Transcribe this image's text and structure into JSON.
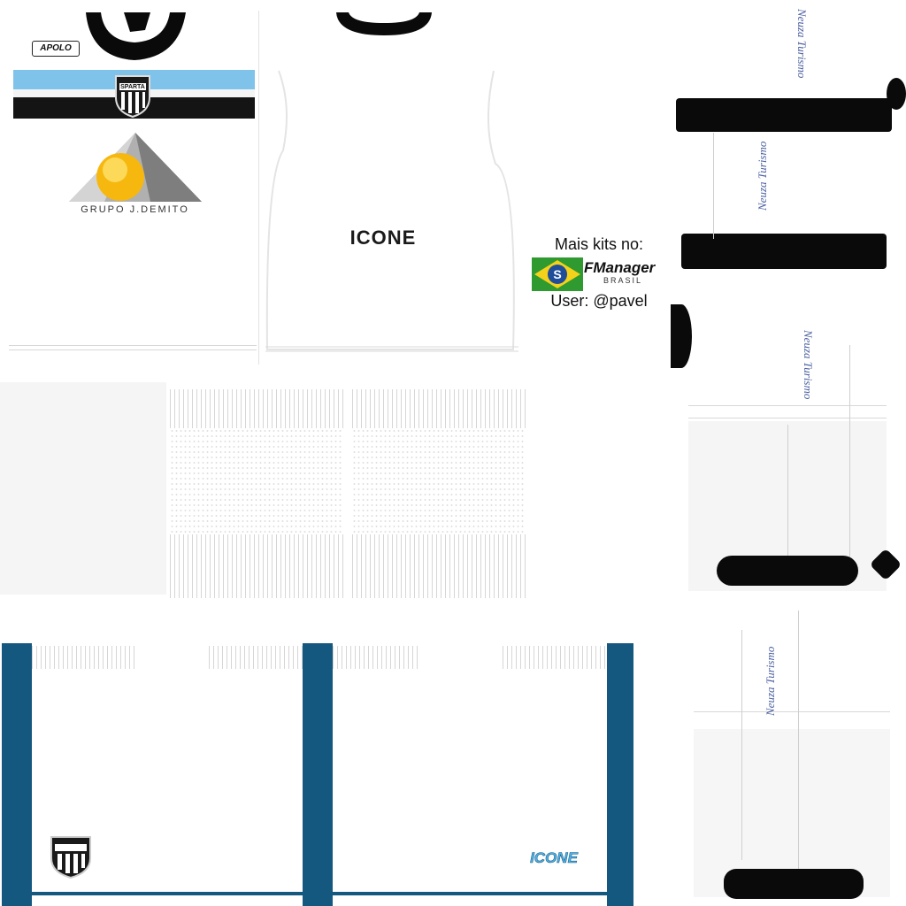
{
  "sponsor_main": {
    "text": "GRUPO J.DEMITO"
  },
  "kit_maker": {
    "front_text": "ICONE",
    "shorts_text": "ICONE",
    "maker_badge": "APOLO"
  },
  "club": {
    "badge_text": "SPARTA"
  },
  "promo": {
    "line1": "Mais kits no:",
    "brand": "FManager",
    "brand_sub": "BRASIL",
    "line2": "User: @pavel"
  },
  "sleeve_sponsor": {
    "text": "Neuza Turismo"
  },
  "colors": {
    "light_blue": "#7fc3ea",
    "black": "#0a0a0a",
    "shorts_blue": "#15587f",
    "sun_yellow": "#f6b70f",
    "grey_triangle": "#8f8f8f"
  }
}
